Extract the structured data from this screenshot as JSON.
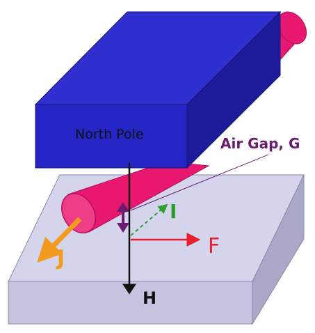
{
  "labels": {
    "north_pole": "North Pole",
    "air_gap": "Air Gap, G",
    "current": "I",
    "force": "F",
    "current_density": "J",
    "field": "H"
  },
  "colors": {
    "pole": "#2626c8",
    "conductor": "#e8176f",
    "base": "#d4d4ec",
    "current": "#2e9e2e",
    "force": "#e8202a",
    "current_density": "#f39b1e",
    "air_gap": "#6a1b6e",
    "field": "#111111"
  }
}
